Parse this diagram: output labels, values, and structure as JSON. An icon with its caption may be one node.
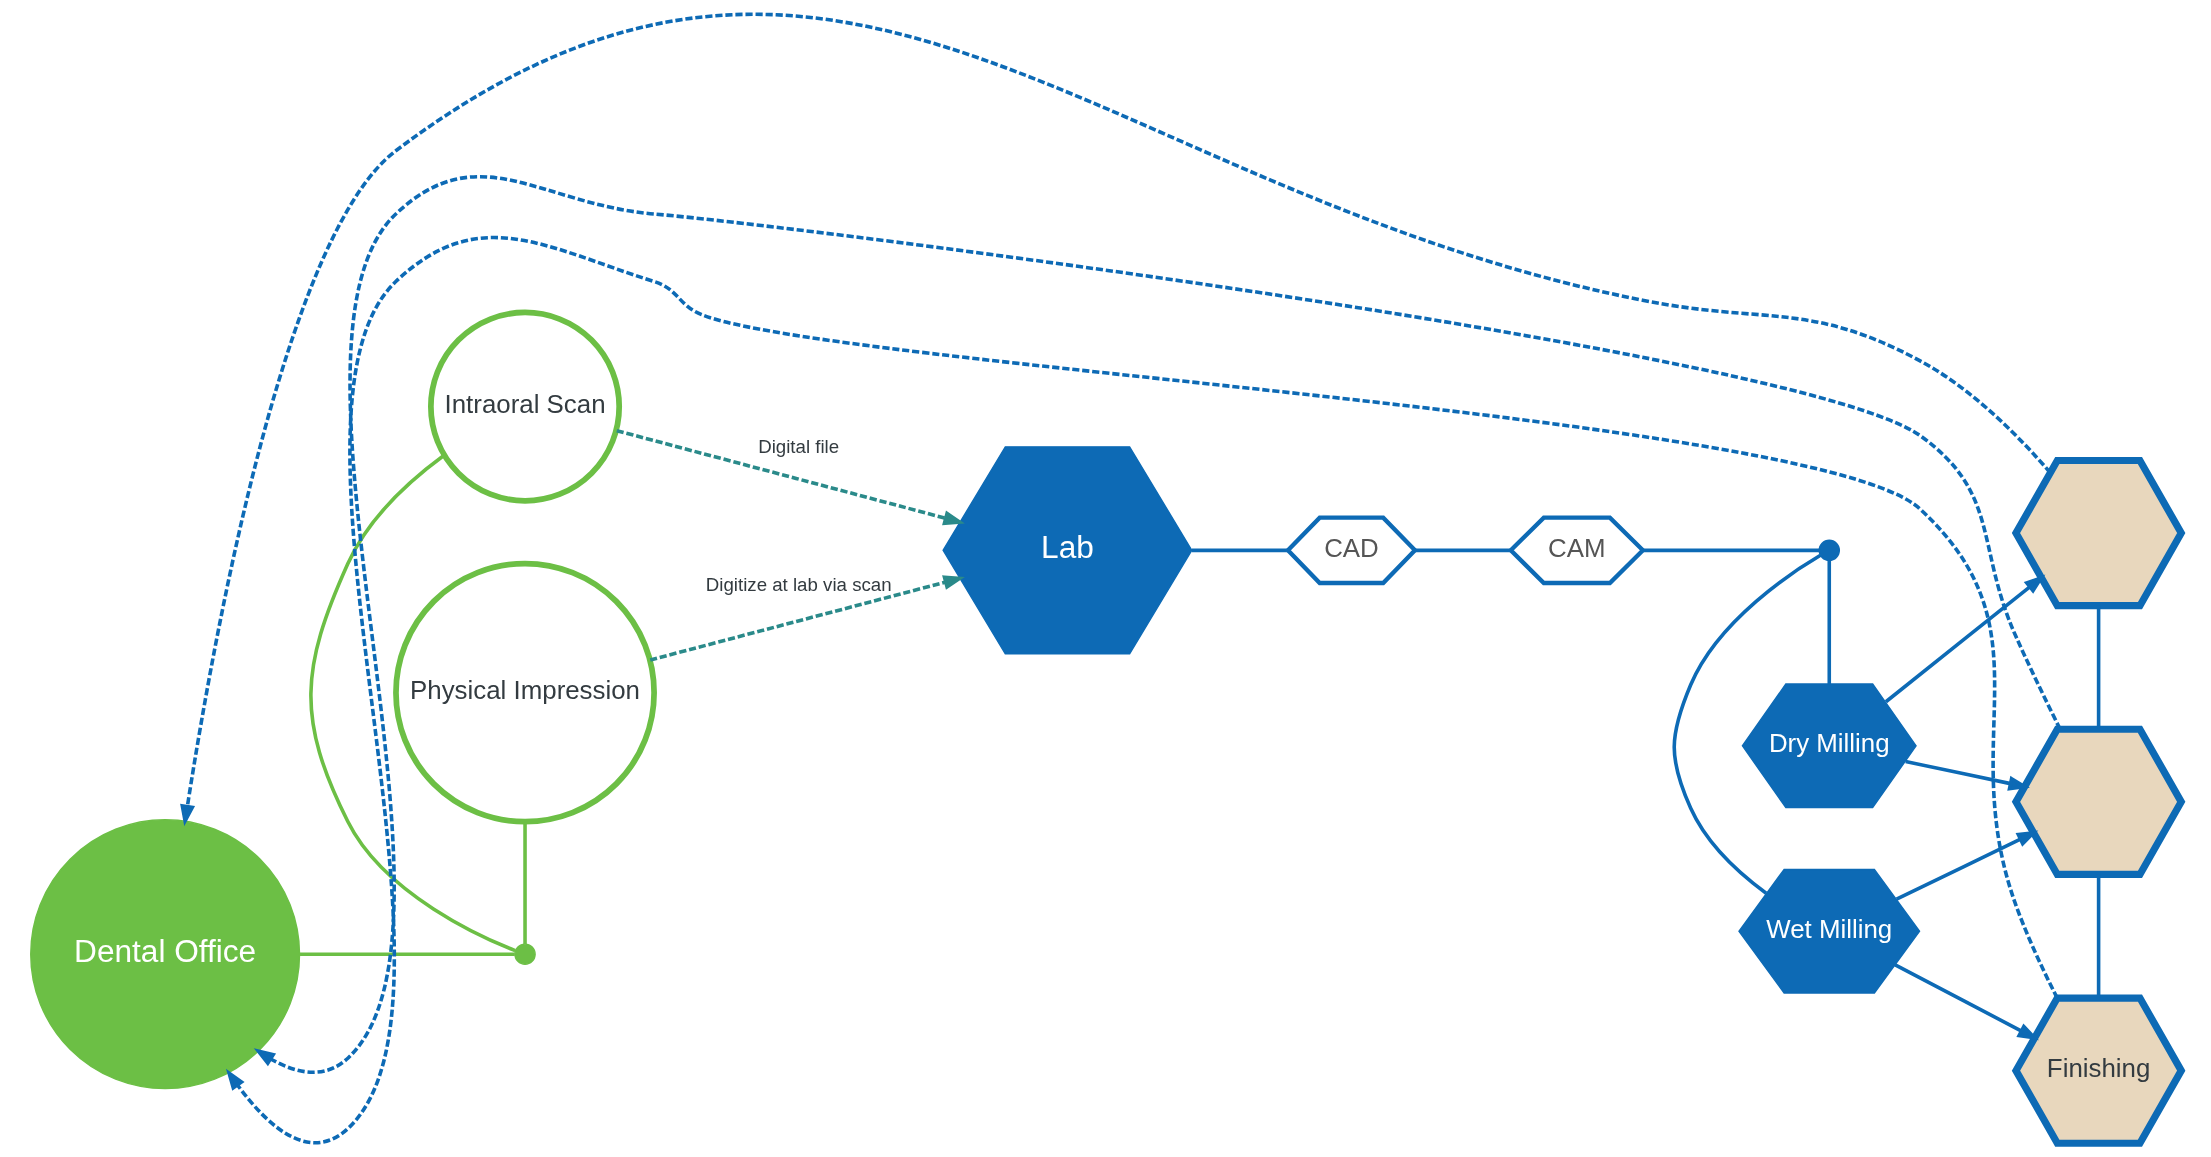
{
  "diagram": {
    "nodes": [
      {
        "text": [
          "Dental Office"
        ]
      },
      {
        "text": [
          "Intraoral Scan"
        ]
      },
      {
        "text": [
          "Physical Impression"
        ]
      },
      {
        "text": [],
        "shape": "circle"
      },
      {
        "text": [
          "Lab"
        ]
      },
      {
        "text": [
          "CAD"
        ]
      },
      {
        "text": [
          "CAM"
        ]
      },
      {
        "text": [],
        "shape": "circle"
      },
      {
        "text": [
          "Dry Milling"
        ]
      },
      {
        "text": [
          "Wet Milling"
        ]
      },
      {
        "text": [],
        "shape": "picture"
      },
      {
        "text": [],
        "shape": "picture"
      },
      {
        "text": [
          "Finishing"
        ]
      }
    ],
    "edges": [
      {
        "from": 0,
        "to": 3,
        "arrow": "none",
        "color": "#6cbf45"
      },
      {
        "from": 1,
        "to": 3,
        "arrow": "none",
        "color": "#6cbf45"
      },
      {
        "from": 3,
        "to": 2,
        "arrow": "none",
        "color": "#6cbf45"
      },
      {
        "from": 1,
        "to": 4,
        "arrow": "to",
        "label": "Digital file",
        "style": "dashed",
        "color": "#2a8a8a"
      },
      {
        "from": 2,
        "to": 4,
        "arrow": "to",
        "label": "Digitize at lab via scan",
        "style": "dashed",
        "color": "#2a8a8a"
      },
      {
        "from": 4,
        "to": 5,
        "arrow": "none"
      },
      {
        "from": 5,
        "to": 6,
        "arrow": "none"
      },
      {
        "from": 6,
        "to": 7,
        "arrow": "none"
      },
      {
        "from": 7,
        "to": 8,
        "arrow": "none"
      },
      {
        "from": 7,
        "to": 9,
        "arrow": "none"
      },
      {
        "from": 8,
        "to": 10,
        "arrow": "to"
      },
      {
        "from": 8,
        "to": 11,
        "arrow": "to"
      },
      {
        "from": 9,
        "to": 11,
        "arrow": "to"
      },
      {
        "from": 9,
        "to": 12,
        "arrow": "to"
      },
      {
        "from": 10,
        "to": 11,
        "arrow": "none"
      },
      {
        "from": 11,
        "to": 12,
        "arrow": "none"
      },
      {
        "from": 10,
        "to": 0,
        "arrow": "to",
        "style": "dashed"
      },
      {
        "from": 11,
        "to": 0,
        "arrow": "to",
        "style": "dashed"
      },
      {
        "from": 12,
        "to": 0,
        "arrow": "to",
        "style": "dashed"
      }
    ]
  }
}
